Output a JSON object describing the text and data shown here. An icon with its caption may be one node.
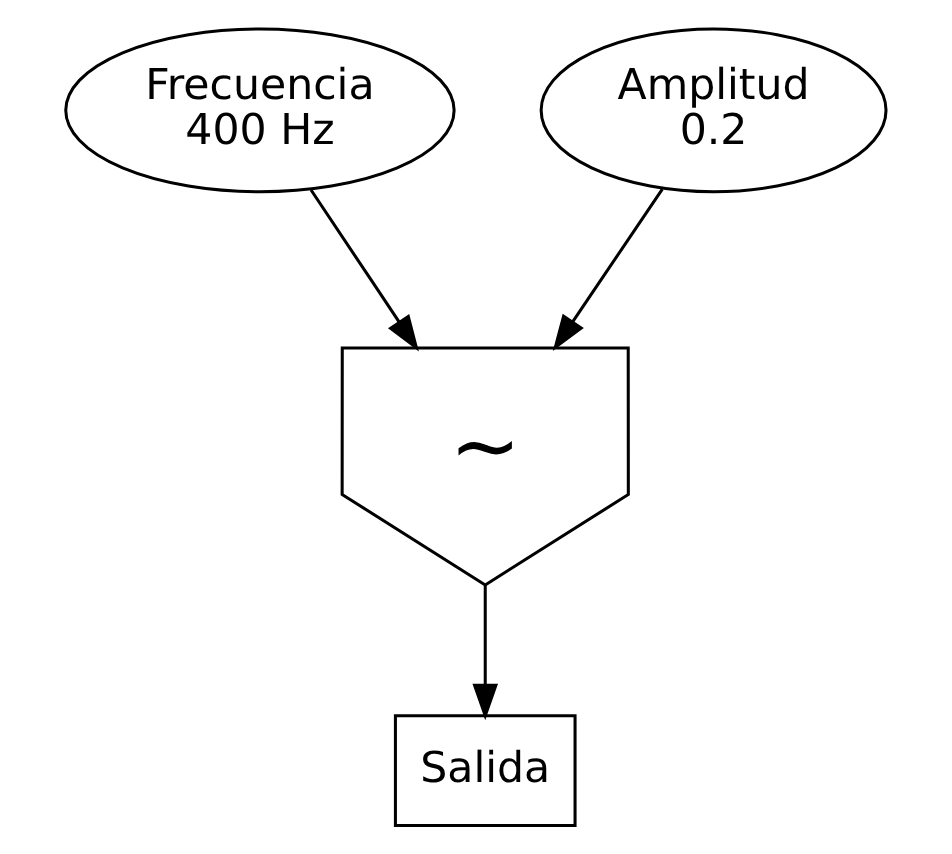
{
  "diagram": {
    "nodes": [
      {
        "text": [
          "Frecuencia",
          "400 Hz"
        ]
      },
      {
        "text": [
          "Amplitud",
          "0.2"
        ]
      },
      {
        "text": [
          "~"
        ]
      },
      {
        "text": [
          "Salida"
        ]
      }
    ],
    "edges": [
      {
        "from": 0,
        "to": 2,
        "arrow": "to"
      },
      {
        "from": 1,
        "to": 2,
        "arrow": "to"
      },
      {
        "from": 2,
        "to": 3,
        "arrow": "to"
      }
    ]
  }
}
